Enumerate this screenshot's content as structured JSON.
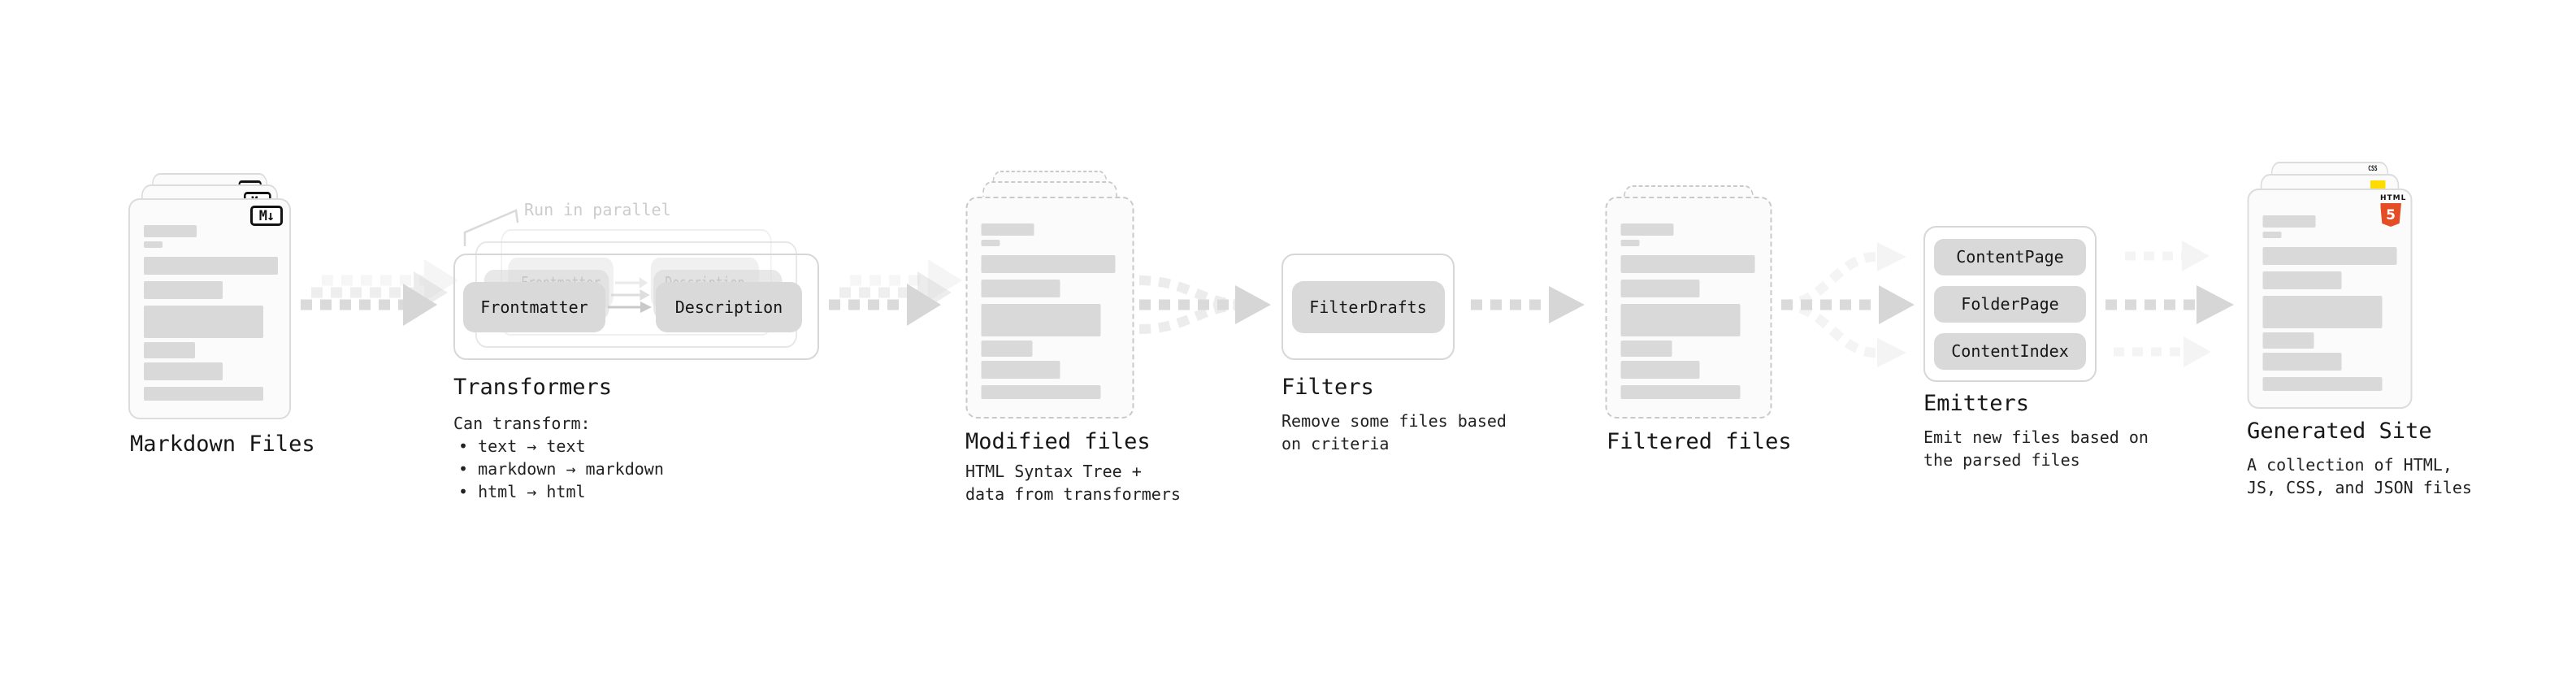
{
  "stages": {
    "markdown_files": {
      "label": "Markdown Files",
      "badge": "M↓"
    },
    "transformers": {
      "label": "Transformers",
      "note": "Run in parallel",
      "source_pill": "Frontmatter",
      "result_pill": "Description",
      "desc_title": "Can transform:",
      "bullets": [
        "• text → text",
        "• markdown → markdown",
        "• html → html"
      ]
    },
    "modified_files": {
      "label": "Modified files",
      "desc": [
        "HTML Syntax Tree +",
        "data from transformers"
      ]
    },
    "filters": {
      "label": "Filters",
      "pill": "FilterDrafts",
      "desc": [
        "Remove some files based",
        "on criteria"
      ]
    },
    "filtered_files": {
      "label": "Filtered files"
    },
    "emitters": {
      "label": "Emitters",
      "pills": [
        "ContentPage",
        "FolderPage",
        "ContentIndex"
      ],
      "desc": [
        "Emit new files based on",
        "the parsed files"
      ]
    },
    "generated_site": {
      "label": "Generated Site",
      "desc": [
        "A collection of HTML,",
        "JS, CSS, and JSON files"
      ],
      "badge_html_text": "HTML",
      "badge_html_number": "5",
      "badge_css_text": "CSS"
    }
  },
  "colors": {
    "html5_orange": "#E44D26",
    "js_yellow": "#FFDC00",
    "css_blue": "#2563EB",
    "arrow_gray": "#DADADA",
    "note_gray": "#CCCCCC",
    "text_dark": "#1A1A1A"
  }
}
